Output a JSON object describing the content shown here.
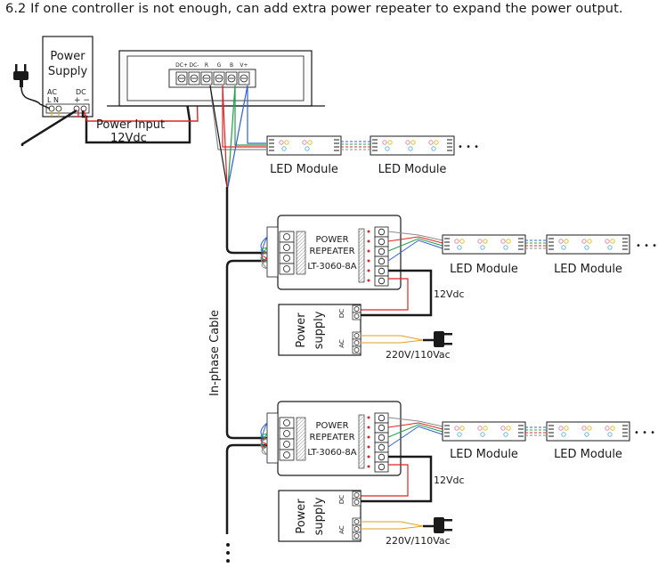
{
  "heading": "6.2 If one controller is not enough, can add extra power repeater to expand the power output.",
  "controller": {
    "terminals": [
      "DC+",
      "DC-",
      "R",
      "G",
      "B",
      "V+"
    ]
  },
  "main_power_supply": {
    "label_line1": "Power",
    "label_line2": "Supply",
    "ac_label": "AC",
    "ac_pins": "L N",
    "dc_label": "DC",
    "dc_pins": "+ −"
  },
  "power_input": {
    "line1": "Power Input",
    "line2": "12Vdc"
  },
  "led_module_label": "LED Module",
  "ellipsis": "• • •",
  "in_phase_cable": "In-phase Cable",
  "repeaters": [
    {
      "line1": "POWER",
      "line2": "REPEATER",
      "model": "LT-3060-8A",
      "supply_line1": "Power",
      "supply_line2": "supply",
      "dc_mark": "DC",
      "ac_mark": "AC",
      "dc_voltage": "12Vdc",
      "ac_voltage": "220V/110Vac"
    },
    {
      "line1": "POWER",
      "line2": "REPEATER",
      "model": "LT-3060-8A",
      "supply_line1": "Power",
      "supply_line2": "supply",
      "dc_mark": "DC",
      "ac_mark": "AC",
      "dc_voltage": "12Vdc",
      "ac_voltage": "220V/110Vac"
    }
  ],
  "colors": {
    "red": "#e02424",
    "green": "#22a04a",
    "blue": "#2f5fd6",
    "white": "#8a8a8a",
    "black": "#1a1a1a"
  }
}
